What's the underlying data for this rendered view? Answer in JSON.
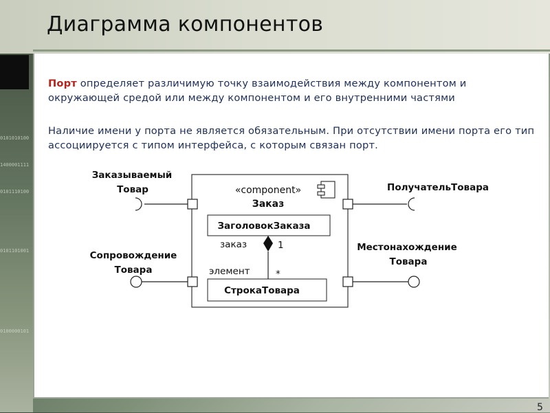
{
  "slide": {
    "title": "Диаграмма компонентов",
    "paragraph1": {
      "keyword": "Порт",
      "text": " определяет различимую точку взаимодействия между компонентом и окружающей средой или между компонентом и его внутренними частями"
    },
    "paragraph2": "Наличие имени у порта не является обязательным. При отсутствии имени порта его тип ассоциируется с типом интерфейса, с которым связан порт.",
    "page_number": "5"
  },
  "decor": {
    "binary": [
      "0101010100",
      "1400001111",
      "0101110100",
      "0101101001",
      "0100000101"
    ]
  },
  "diagram": {
    "stereotype": "«component»",
    "component_name": "Заказ",
    "part_header": "ЗаголовокЗаказа",
    "part_line": "СтрокаТовара",
    "role_order": "заказ",
    "role_element": "элемент",
    "mult_one": "1",
    "mult_many": "*",
    "port_top_left": {
      "line1": "Заказываемый",
      "line2": "Товар"
    },
    "port_bottom_left": {
      "line1": "Сопровождение",
      "line2": "Товара"
    },
    "port_top_right": "ПолучательТовара",
    "port_bottom_right": {
      "line1": "Местонахождение",
      "line2": "Товара"
    }
  }
}
